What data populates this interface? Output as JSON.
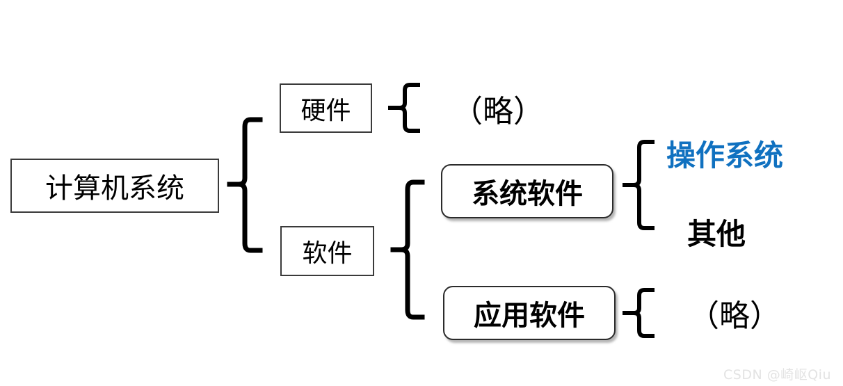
{
  "diagram": {
    "title_node": {
      "label": "计算机系统",
      "shape": "rectangle"
    },
    "level1": [
      {
        "label": "硬件",
        "shape": "rectangle"
      },
      {
        "label": "软件",
        "shape": "rectangle"
      }
    ],
    "hardware_detail": {
      "label": "（略）"
    },
    "software_children": [
      {
        "label": "系统软件",
        "shape": "rounded-rectangle",
        "emphasis": "bold"
      },
      {
        "label": "应用软件",
        "shape": "rounded-rectangle",
        "emphasis": "bold"
      }
    ],
    "system_software_children": [
      {
        "label": "操作系统",
        "color": "#1071c0",
        "emphasis": "bold-highlight"
      },
      {
        "label": "其他",
        "color": "#000000",
        "emphasis": "bold"
      }
    ],
    "application_software_detail": {
      "label": "（略）"
    },
    "braces": [
      {
        "name": "root-brace",
        "from": "计算机系统",
        "to": [
          "硬件",
          "软件"
        ]
      },
      {
        "name": "hardware-brace",
        "from": "硬件",
        "to": [
          "（略）"
        ]
      },
      {
        "name": "software-brace",
        "from": "软件",
        "to": [
          "系统软件",
          "应用软件"
        ]
      },
      {
        "name": "system-software-brace",
        "from": "系统软件",
        "to": [
          "操作系统",
          "其他"
        ]
      },
      {
        "name": "application-software-brace",
        "from": "应用软件",
        "to": [
          "（略）"
        ]
      }
    ]
  },
  "colors": {
    "background": "#ffffff",
    "text": "#000000",
    "accent_blue": "#1071c0",
    "box_border": "#3a3a3a",
    "shadow": "#9a9a9a",
    "watermark": "#e3e3e3"
  },
  "watermark": {
    "text": "CSDN @崎岖Qiu"
  }
}
